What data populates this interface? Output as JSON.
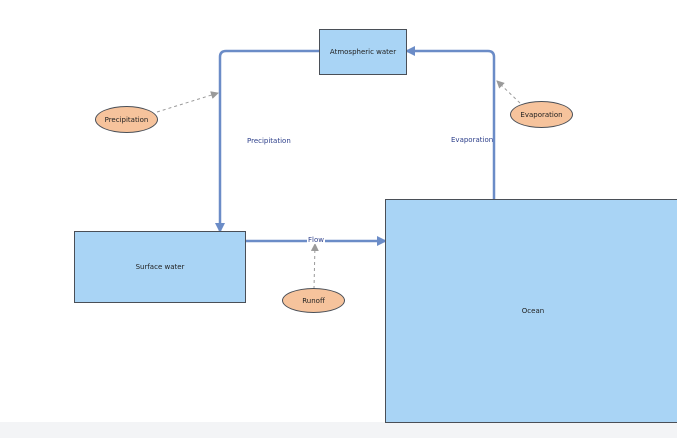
{
  "diagram": {
    "nodes": {
      "atmospheric_water": "Atmospheric water",
      "surface_water": "Surface water",
      "ocean": "Ocean"
    },
    "annotations": {
      "precipitation": "Precipitation",
      "evaporation": "Evaporation",
      "runoff": "Runoff"
    },
    "edge_labels": {
      "precipitation": "Precipitation",
      "evaporation": "Evaporation",
      "flow": "Flow"
    },
    "colors": {
      "box_fill": "#a9d4f5",
      "oval_fill": "#f6c39c",
      "arrow": "#6b8cc7",
      "dashed_arrow": "#9a9a9a",
      "edge_label_text": "#2d3f8a"
    }
  }
}
